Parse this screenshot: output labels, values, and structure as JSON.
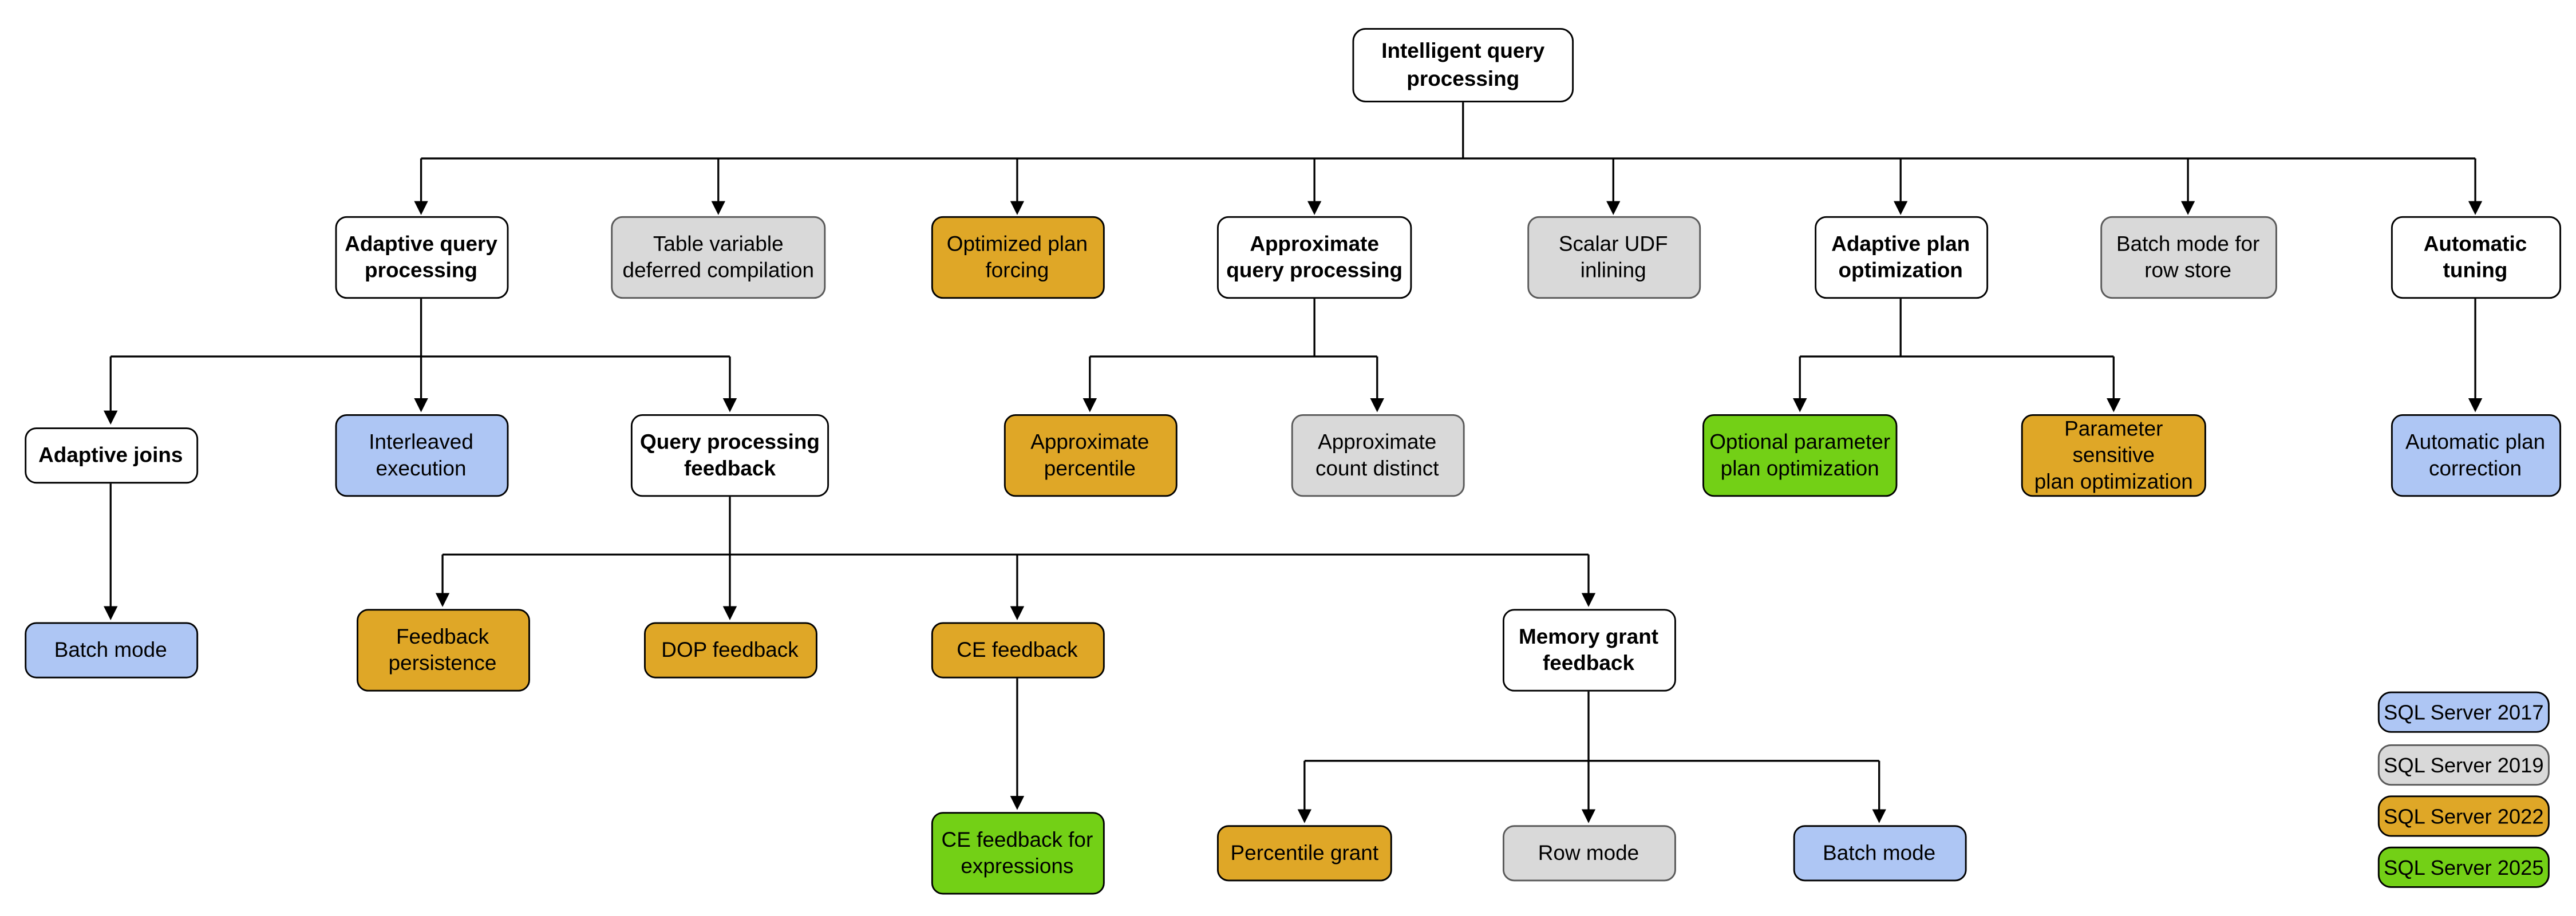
{
  "diagram_title": "Intelligent query processing",
  "palette": {
    "plain": "#ffffff",
    "2017": "#aec6f4",
    "2019": "#d9d9d9",
    "2022": "#dfa727",
    "2025": "#73d016"
  },
  "border_default": "#000000",
  "border_2019": "#595959",
  "nodes": [
    {
      "id": "intelligent-query-processing",
      "label": "Intelligent query\nprocessing",
      "version": "plain",
      "bold": true
    },
    {
      "id": "adaptive-query-processing",
      "label": "Adaptive query\nprocessing",
      "version": "plain",
      "bold": true
    },
    {
      "id": "table-variable-deferred-compilation",
      "label": "Table variable\ndeferred compilation",
      "version": "2019",
      "bold": false
    },
    {
      "id": "optimized-plan-forcing",
      "label": "Optimized plan\nforcing",
      "version": "2022",
      "bold": false
    },
    {
      "id": "approximate-query-processing",
      "label": "Approximate\nquery processing",
      "version": "plain",
      "bold": true
    },
    {
      "id": "scalar-udf-inlining",
      "label": "Scalar UDF\ninlining",
      "version": "2019",
      "bold": false
    },
    {
      "id": "adaptive-plan-optimization",
      "label": "Adaptive plan\noptimization",
      "version": "plain",
      "bold": true
    },
    {
      "id": "batch-mode-for-row-store",
      "label": "Batch mode for\nrow store",
      "version": "2019",
      "bold": false
    },
    {
      "id": "automatic-tuning",
      "label": "Automatic\ntuning",
      "version": "plain",
      "bold": true
    },
    {
      "id": "adaptive-joins",
      "label": "Adaptive joins",
      "version": "plain",
      "bold": true
    },
    {
      "id": "interleaved-execution",
      "label": "Interleaved\nexecution",
      "version": "2017",
      "bold": false
    },
    {
      "id": "query-processing-feedback",
      "label": "Query processing\nfeedback",
      "version": "plain",
      "bold": true
    },
    {
      "id": "approximate-percentile",
      "label": "Approximate\npercentile",
      "version": "2022",
      "bold": false
    },
    {
      "id": "approximate-count-distinct",
      "label": "Approximate\ncount distinct",
      "version": "2019",
      "bold": false
    },
    {
      "id": "optional-parameter-plan-optimization",
      "label": "Optional parameter\nplan optimization",
      "version": "2025",
      "bold": false
    },
    {
      "id": "parameter-sensitive-plan-optimization",
      "label": "Parameter sensitive\nplan optimization",
      "version": "2022",
      "bold": false
    },
    {
      "id": "automatic-plan-correction",
      "label": "Automatic plan\ncorrection",
      "version": "2017",
      "bold": false
    },
    {
      "id": "batch-mode-adaptive-joins",
      "label": "Batch mode",
      "version": "2017",
      "bold": false
    },
    {
      "id": "feedback-persistence",
      "label": "Feedback\npersistence",
      "version": "2022",
      "bold": false
    },
    {
      "id": "dop-feedback",
      "label": "DOP feedback",
      "version": "2022",
      "bold": false
    },
    {
      "id": "ce-feedback",
      "label": "CE feedback",
      "version": "2022",
      "bold": false
    },
    {
      "id": "memory-grant-feedback",
      "label": "Memory grant\nfeedback",
      "version": "plain",
      "bold": true
    },
    {
      "id": "ce-feedback-for-expressions",
      "label": "CE feedback for\nexpressions",
      "version": "2025",
      "bold": false
    },
    {
      "id": "percentile-grant",
      "label": "Percentile grant",
      "version": "2022",
      "bold": false
    },
    {
      "id": "row-mode",
      "label": "Row mode",
      "version": "2019",
      "bold": false
    },
    {
      "id": "batch-mode-memory-grant",
      "label": "Batch mode",
      "version": "2017",
      "bold": false
    }
  ],
  "legend": {
    "items": [
      {
        "label": "SQL Server 2017",
        "version": "2017",
        "color": "#aec6f4"
      },
      {
        "label": "SQL Server 2019",
        "version": "2019",
        "color": "#d9d9d9"
      },
      {
        "label": "SQL Server 2022",
        "version": "2022",
        "color": "#dfa727"
      },
      {
        "label": "SQL Server 2025",
        "version": "2025",
        "color": "#73d016"
      }
    ]
  }
}
